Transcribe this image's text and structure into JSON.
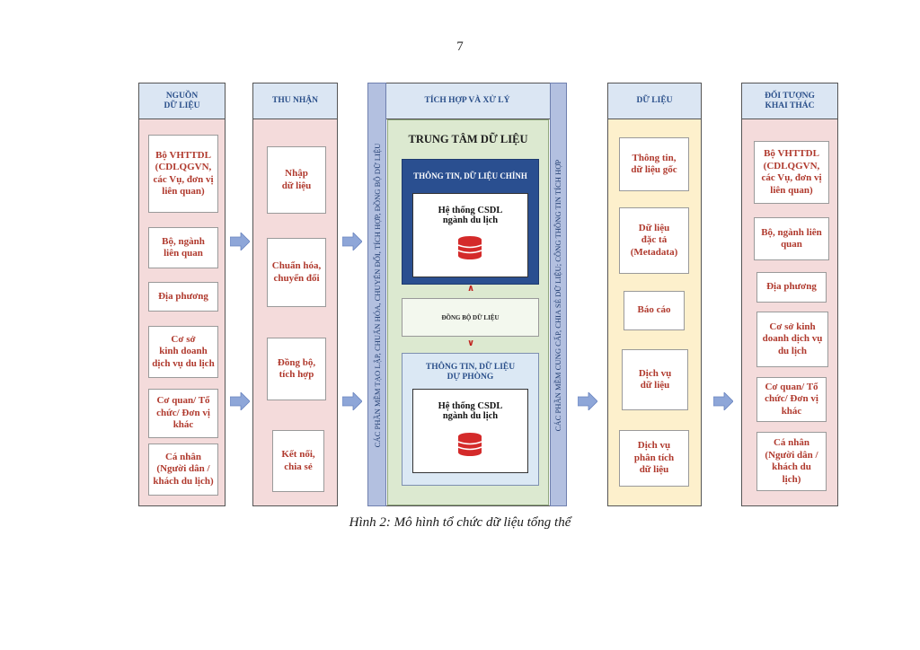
{
  "page_number": "7",
  "caption": "Hình 2: Mô hình tổ chức dữ liệu tổng thể",
  "colors": {
    "header_bg": "#dbe6f3",
    "column_pink": "#f4dbdb",
    "column_yellow": "#fdf0cc",
    "box_text": "#b03a2e",
    "center_green": "#dce9d0",
    "main_blue": "#2a4f90",
    "side_bar": "#b3c0e0",
    "arrow": "#8ea6d8"
  },
  "columns": {
    "sources": {
      "title": "NGUỒN\nDỮ LIỆU",
      "items": [
        "Bộ VHTTDL\n(CDLQGVN,\ncác Vụ, đơn vị\nliên quan)",
        "Bộ, ngành\nliên quan",
        "Địa phương",
        "Cơ sở\nkinh doanh\ndịch vụ du lịch",
        "Cơ quan/ Tổ\nchức/ Đơn vị\nkhác",
        "Cá nhân\n(Người dân /\nkhách du lịch)"
      ]
    },
    "intake": {
      "title": "THU NHẬN",
      "items": [
        "Nhập\ndữ liệu",
        "Chuẩn hóa,\nchuyển đổi",
        "Đồng bộ,\ntích hợp",
        "Kết nối,\nchia sẻ"
      ]
    },
    "integration": {
      "title": "TÍCH HỢP VÀ XỬ LÝ",
      "left_bar": "CÁC PHẦN MỀM TẠO LẬP, CHUẨN HÓA, CHUYỂN ĐỔI, TÍCH HỢP, ĐỒNG BỘ DỮ LIỆU",
      "right_bar": "CÁC PHẦN MỀM CUNG CẤP, CHIA SẺ DỮ LIỆU; CÔNG THÔNG TIN TÍCH HỢP",
      "center_title": "TRUNG TÂM DỮ LIỆU",
      "main_title": "THÔNG TIN, DỮ LIỆU CHÍNH",
      "main_db_label": "Hệ thống CSDL\nngành du lịch",
      "sync_label": "ĐỒNG BỘ DỮ LIỆU",
      "backup_title": "THÔNG TIN, DỮ LIỆU\nDỰ PHÒNG",
      "backup_db_label": "Hệ thống CSDL\nngành du lịch",
      "db_icon": "database-icon"
    },
    "data": {
      "title": "DỮ LIỆU",
      "items": [
        "Thông tin,\ndữ liệu gốc",
        "Dữ liệu\nđặc tả\n(Metadata)",
        "Báo cáo",
        "Dịch vụ\ndữ liệu",
        "Dịch vụ\nphân tích\ndữ liệu"
      ]
    },
    "users": {
      "title": "ĐỐI TƯỢNG\nKHAI THÁC",
      "items": [
        "Bộ VHTTDL\n(CDLQGVN,\ncác Vụ, đơn vị\nliên quan)",
        "Bộ, ngành liên\nquan",
        "Địa phương",
        "Cơ sở kinh\ndoanh dịch vụ\ndu lịch",
        "Cơ quan/ Tổ\nchức/ Đơn vị\nkhác",
        "Cá nhân\n(Người dân /\nkhách du\nlịch)"
      ]
    }
  }
}
